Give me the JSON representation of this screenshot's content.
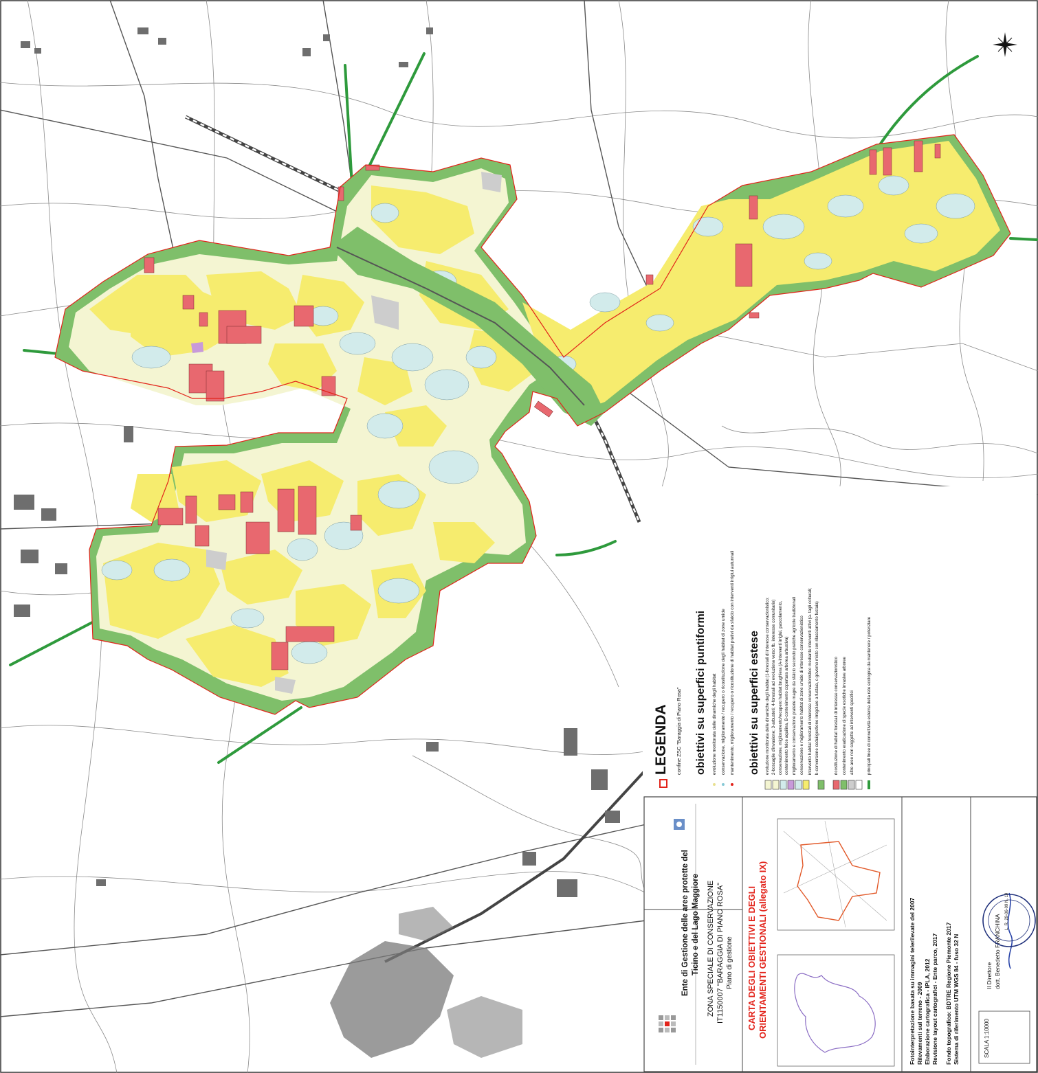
{
  "colors": {
    "pale_yellow": "#f4f5d2",
    "yellow": "#f6ec6e",
    "light_blue": "#d2ebeb",
    "green": "#7fbf6a",
    "red": "#e8686f",
    "grey": "#cdcdcd",
    "purple": "#c89ad9",
    "green_line": "#2e9a3c",
    "boundary_red": "#e2231a"
  },
  "legend": {
    "title": "LEGENDA",
    "boundary_label": "confine ZSC \"Baraggia di Piano Rosa\"",
    "point_header": "obiettivi su superfici puntiformi",
    "point_items": [
      "evoluzione monitorata delle dinamiche degli habitat",
      "conservazione, miglioramento / recupero o ricostituzione degli habitat di zone umide",
      "mantenimento, miglioramento / recupero o ricostituzione di habitat prativi da sfalcio con interventi irriglui autunnali"
    ],
    "area_header": "obiettivi su superfici estese",
    "area_items": [
      "evoluzione monitorata delle dinamiche degli habitat (1-forestali di interesse conservazionistico;",
      "2-boscaglie d'invasione; 3-arbusteti; 4-forestali ad evoluzione verso fb. interesse comunitario)",
      "conservazione, miglioramento/recupero habitat brughiera (A-interventi irriglui, pascolamento,",
      "contenimento felce aquilina, B-contenimento copertura arborea arbustiva)",
      "miglioramento e conservazione praterie magre da sfalcio secondo pratiche agricole tradizionali",
      "conservazione e miglioramento habitat di zone umide di interesse conservazionistico",
      "intervento habitat forestali di interesse conservazionistico mediante interventi attivi (a- tagli colturali;",
      "b-conversione cedui/gestione irregolare a fustaia, c-governo misto con rilasciamento fustaia)",
      "ricostituzione di habitat forestali di interesse conservazionistico",
      "contenimento eradicazione di specie esotiche invasive arboree",
      "altre aree non soggette ad interventi specifici",
      "principali linee di connettività esterna della rete ecologica da mantenere / potenziare"
    ]
  },
  "title_block": {
    "org_line1": "Ente di Gestione delle aree protette del",
    "org_line2": "Ticino e del Lago Maggiore",
    "zsc_line1": "ZONA SPECIALE DI CONSERVAZIONE",
    "zsc_line2": "IT1150007 \"BARAGGIA DI PIANO ROSA\"",
    "zsc_line3": "Piano di gestione",
    "map_title_line1": "CARTA DEGLI OBIETTIVI E DEGLI",
    "map_title_line2": "ORIENTAMENTI GESTIONALI (allegato IX)",
    "credits": [
      "Fotointerpretazione basata su immagini telerilevate del 2007",
      "Rilevamenti sul terreno - 2009",
      "Elaborazione cartografica - IPLA, 2012",
      "Revisione layout cartografici - Ente parco, 2017"
    ],
    "base_map": [
      "Fondo topografico: BDTRE Regione Piemonte 2017",
      "Sistema di riferimento UTM WGS 84 - fuso 32 N"
    ],
    "scale": "SCALA 1:10000",
    "director_role": "Il Direttore",
    "director_name": "dott. Benedetto FRANCHINA",
    "stamp_text": "L. R. 29-06-09 N. 19"
  }
}
